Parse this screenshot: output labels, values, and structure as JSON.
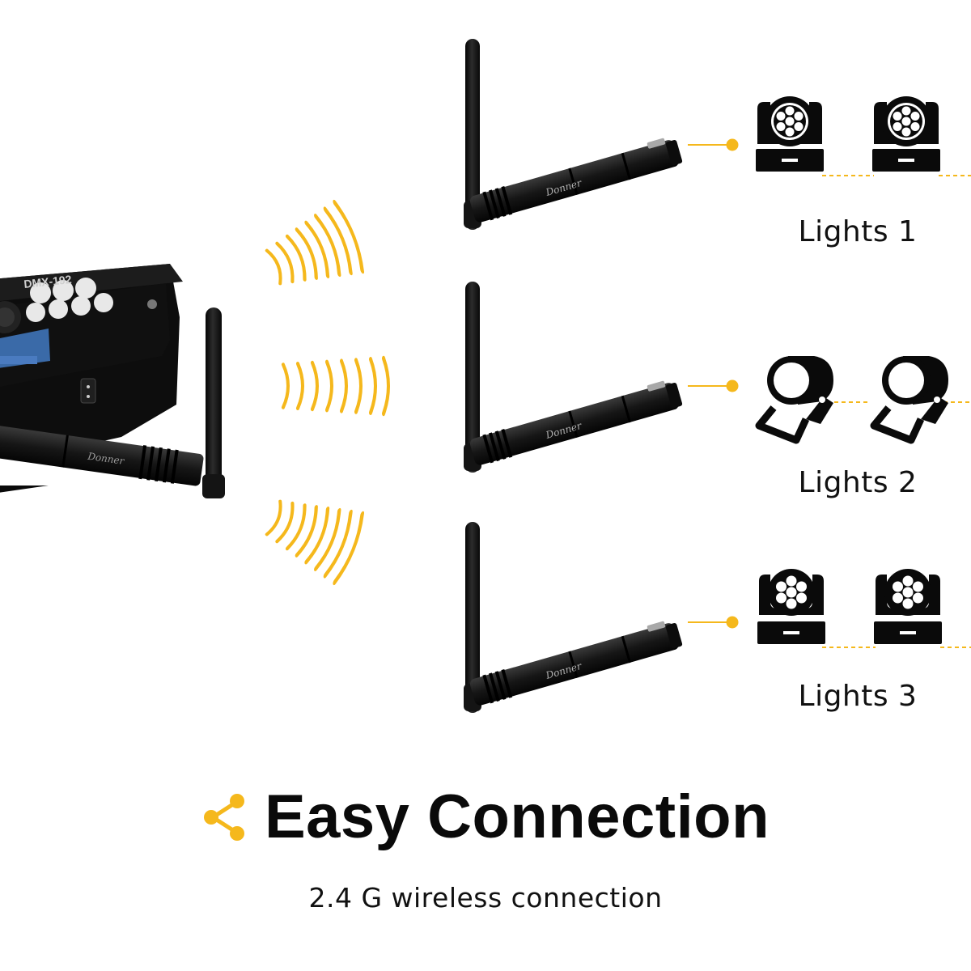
{
  "colors": {
    "accent": "#f5b81c",
    "device_black": "#161616",
    "fixture_black": "#0a0a0a",
    "screen_blue": "#3a6aa8"
  },
  "controller": {
    "brand_text": "DMX-192"
  },
  "transmitter": {
    "logo_text": "Donner"
  },
  "receivers": [
    {
      "logo_text": "Donner"
    },
    {
      "logo_text": "Donner"
    },
    {
      "logo_text": "Donner"
    }
  ],
  "light_groups": [
    {
      "label": "Lights 1",
      "fixture": "moving-head-spot-icon"
    },
    {
      "label": "Lights 2",
      "fixture": "par-can-icon"
    },
    {
      "label": "Lights 3",
      "fixture": "moving-head-wash-icon"
    }
  ],
  "headline": {
    "icon": "share-icon",
    "text": "Easy Connection"
  },
  "subtitle": "2.4 G wireless connection"
}
